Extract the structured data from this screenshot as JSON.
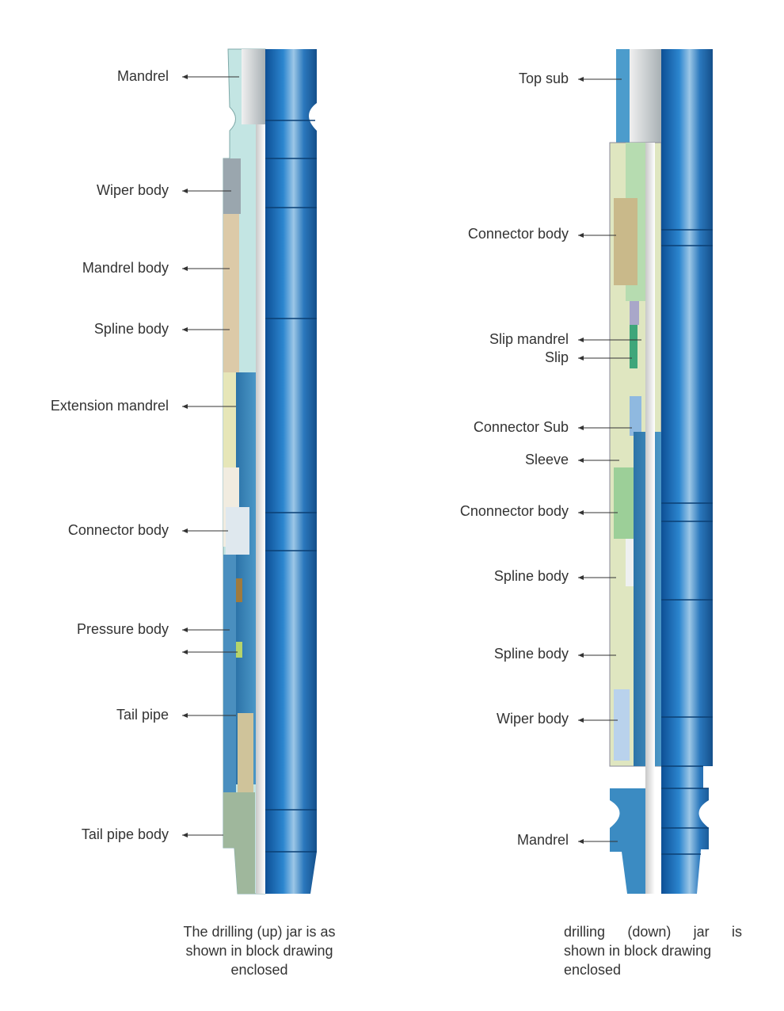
{
  "left_tool": {
    "labels": [
      "Mandrel",
      "Wiper body",
      "Mandrel body",
      "Spline body",
      "Extension mandrel",
      "Connector body",
      "Pressure body",
      "Tail pipe",
      "Tail pipe body"
    ],
    "caption": [
      "The drilling (up) jar is as",
      "shown in block drawing",
      "enclosed"
    ]
  },
  "right_tool": {
    "labels": [
      "Top sub",
      "Connector body",
      "Slip mandrel",
      "Slip",
      "Connector Sub",
      "Sleeve",
      "Cnonnector body",
      "Spline body",
      "Spline body",
      "Wiper body",
      "Mandrel"
    ],
    "caption": [
      "drilling (down) jar is",
      "shown in block drawing",
      "enclosed"
    ]
  },
  "colors": {
    "pipe_blue": "#1f6fb5",
    "body_cyan": "#bfe3e2",
    "steel_blue": "#3a86b8",
    "tan": "#d9c7a5",
    "green": "#a8d3a0"
  }
}
